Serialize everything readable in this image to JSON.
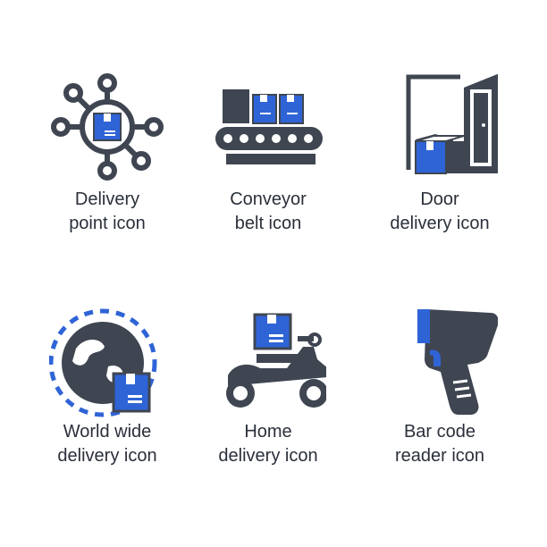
{
  "colors": {
    "dark": "#3f4652",
    "blue": "#2f64d6",
    "background": "#ffffff"
  },
  "icons": [
    {
      "name": "delivery-point-icon",
      "line1": "Delivery",
      "line2": "point icon"
    },
    {
      "name": "conveyor-belt-icon",
      "line1": "Conveyor",
      "line2": "belt icon"
    },
    {
      "name": "door-delivery-icon",
      "line1": "Door",
      "line2": "delivery icon"
    },
    {
      "name": "world-wide-delivery-icon",
      "line1": "World wide",
      "line2": "delivery icon"
    },
    {
      "name": "home-delivery-icon",
      "line1": "Home",
      "line2": "delivery icon"
    },
    {
      "name": "bar-code-reader-icon",
      "line1": "Bar code",
      "line2": "reader icon"
    }
  ]
}
